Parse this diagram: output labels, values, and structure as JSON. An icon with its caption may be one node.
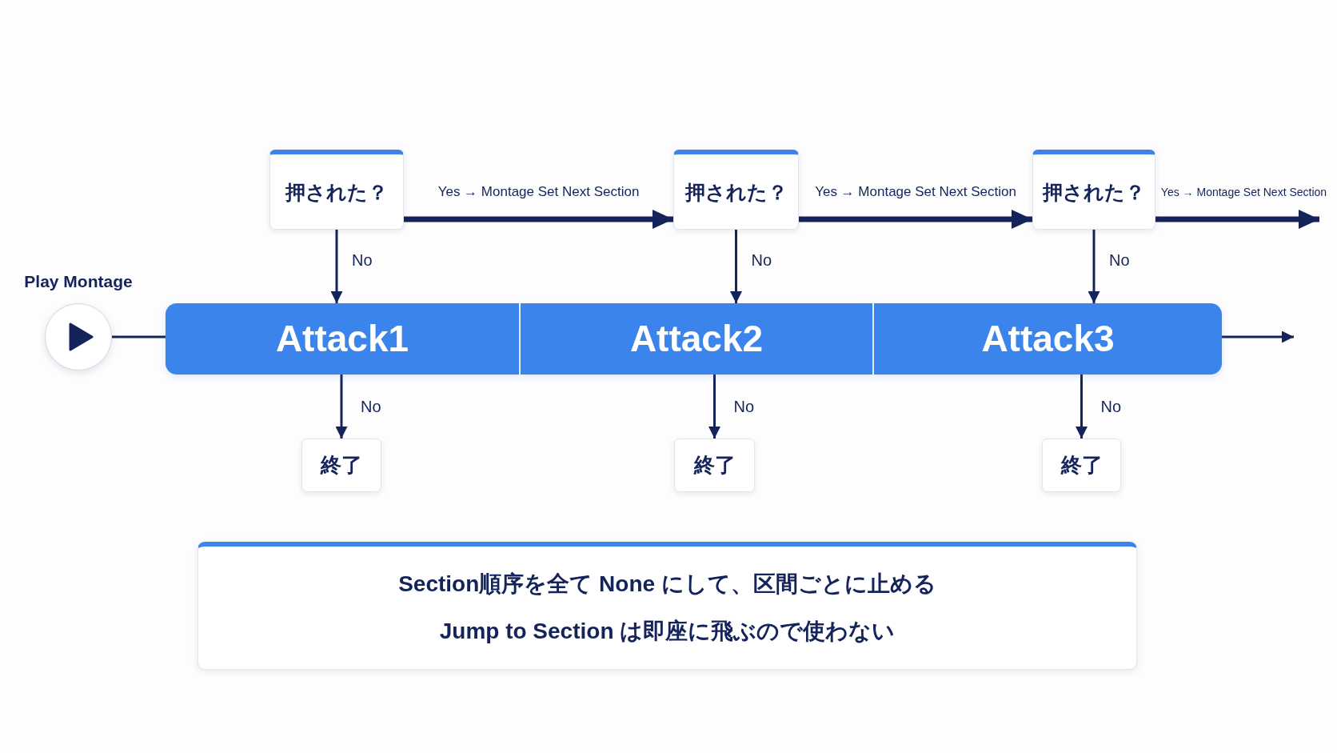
{
  "diagram": {
    "nodes": [
      {
        "text": [
          "Play Montage"
        ]
      },
      {
        "text": [
          "押された？"
        ]
      },
      {
        "text": [
          "押された？"
        ]
      },
      {
        "text": [
          "押された？"
        ]
      },
      {
        "text": [
          "Attack1"
        ]
      },
      {
        "text": [
          "Attack2"
        ]
      },
      {
        "text": [
          "Attack3"
        ]
      },
      {
        "text": [
          "終了"
        ]
      },
      {
        "text": [
          "終了"
        ]
      },
      {
        "text": [
          "終了"
        ]
      },
      {
        "text": [
          "Section順序を全て None にして、区間ごとに止める",
          "Jump to Section は即座に飛ぶので使わない"
        ]
      }
    ],
    "edges": [
      {
        "from": 0,
        "to": 4,
        "arrow": "none"
      },
      {
        "from": 1,
        "to": 2,
        "arrow": "to",
        "label": "Yes → Montage Set Next Section",
        "style": "thick"
      },
      {
        "from": 2,
        "to": 3,
        "arrow": "to",
        "label": "Yes → Montage Set Next Section",
        "style": "thick"
      },
      {
        "from": 3,
        "to": null,
        "arrow": "to",
        "label": "Yes → Montage Set Next Section",
        "style": "thick"
      },
      {
        "from": 1,
        "to": 4,
        "arrow": "to",
        "label": "No"
      },
      {
        "from": 2,
        "to": 5,
        "arrow": "to",
        "label": "No"
      },
      {
        "from": 3,
        "to": 6,
        "arrow": "to",
        "label": "No"
      },
      {
        "from": 4,
        "to": 7,
        "arrow": "to",
        "label": "No"
      },
      {
        "from": 5,
        "to": 8,
        "arrow": "to",
        "label": "No"
      },
      {
        "from": 6,
        "to": 9,
        "arrow": "to",
        "label": "No"
      },
      {
        "from": 6,
        "to": null,
        "arrow": "to"
      }
    ]
  }
}
